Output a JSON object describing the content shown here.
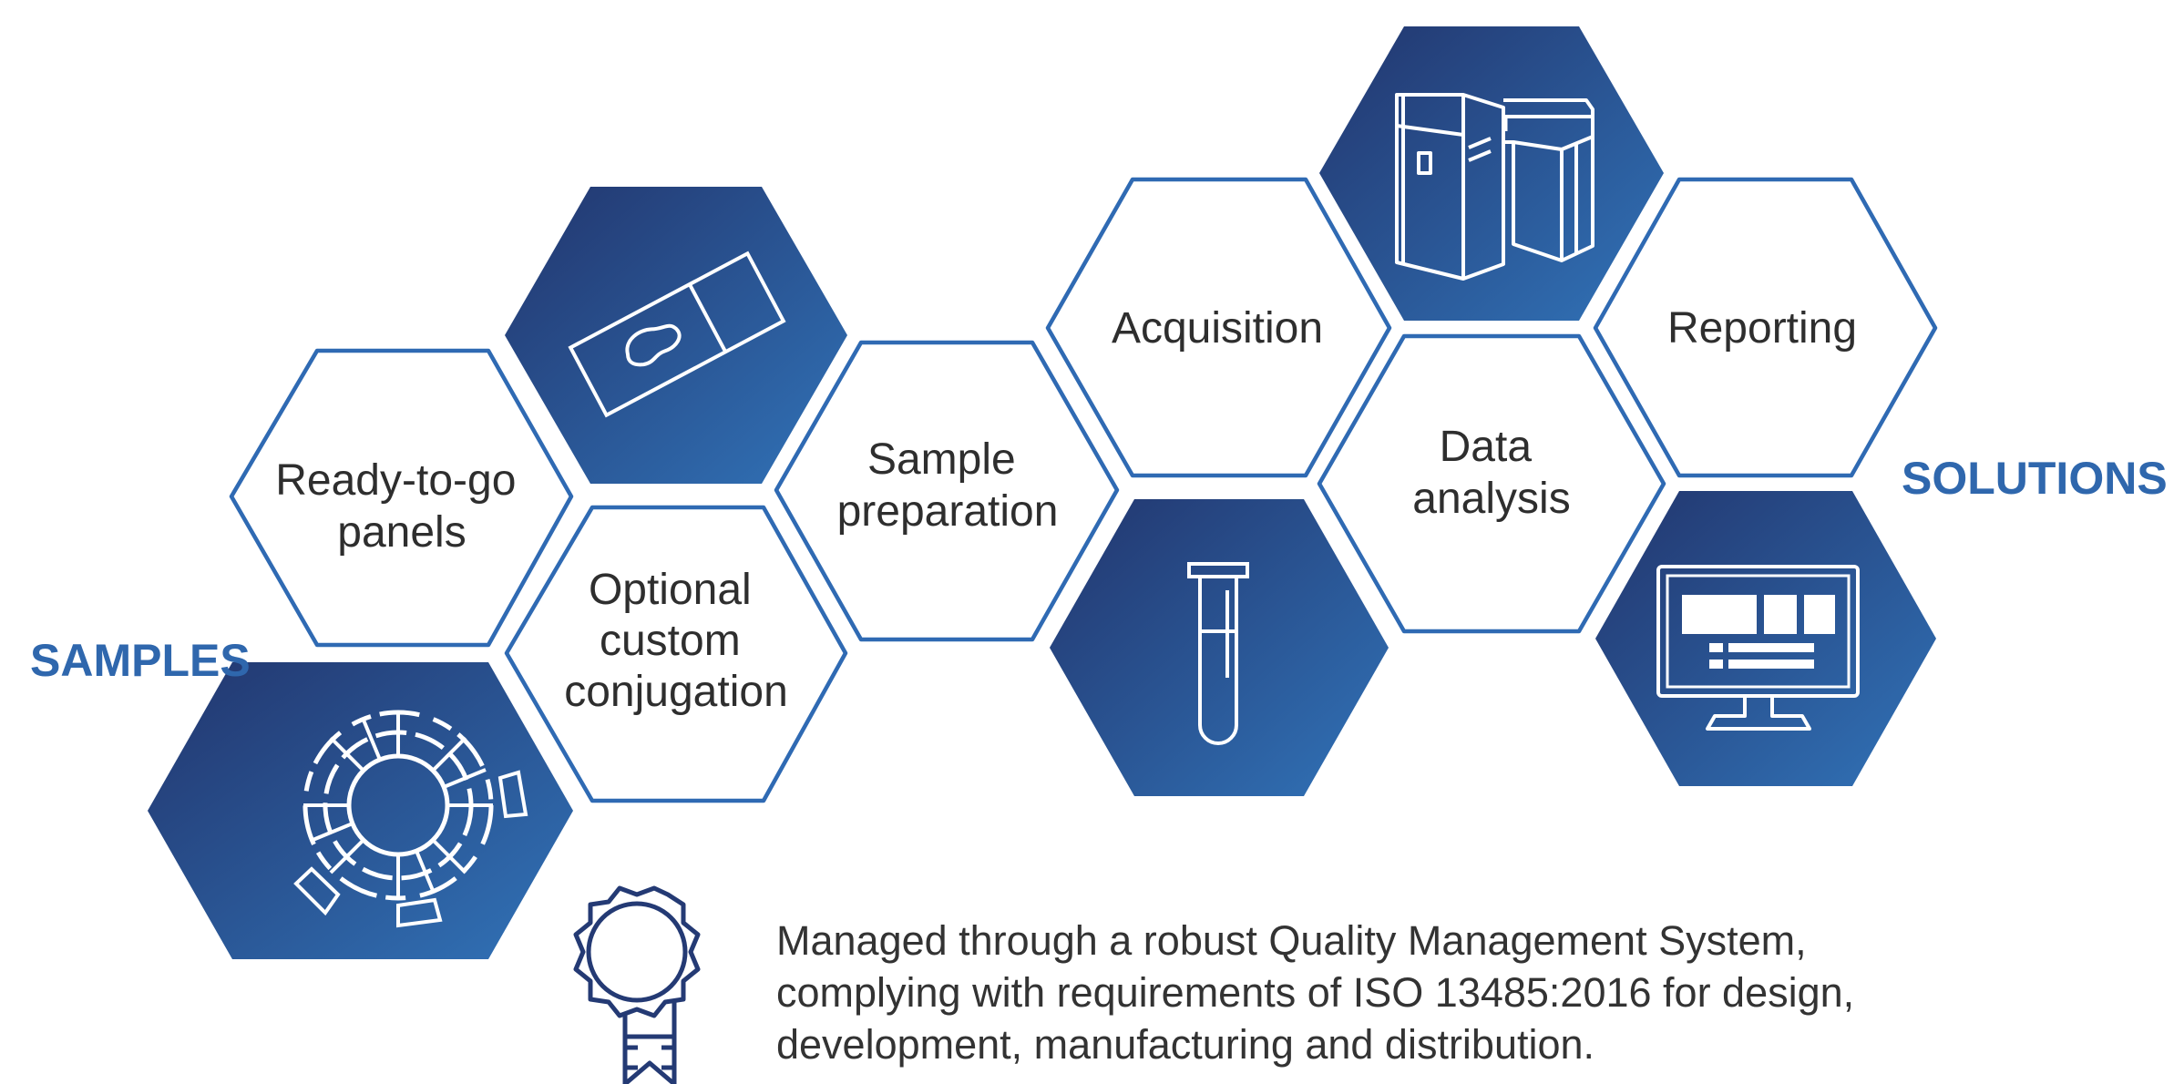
{
  "labels": {
    "samples": "SAMPLES",
    "solutions": "SOLUTIONS"
  },
  "steps": [
    {
      "id": "ready",
      "lines": [
        "Ready-to-go",
        "panels"
      ]
    },
    {
      "id": "optional",
      "lines": [
        "Optional",
        "custom",
        "conjugation"
      ]
    },
    {
      "id": "sample",
      "lines": [
        "Sample",
        "preparation"
      ]
    },
    {
      "id": "acquisition",
      "lines": [
        "Acquisition"
      ]
    },
    {
      "id": "data",
      "lines": [
        "Data",
        "analysis"
      ]
    },
    {
      "id": "reporting",
      "lines": [
        "Reporting"
      ]
    }
  ],
  "quality": {
    "lines": [
      "Managed through a robust Quality Management System,",
      "complying with requirements of ISO 13485:2016 for design,",
      "development, manufacturing and distribution."
    ]
  },
  "colors": {
    "brand_blue": "#2f67ad",
    "dark_blue": "#243a74",
    "outline": "#2f6ab3",
    "text": "#2e2e2e"
  },
  "icons": [
    "sunburst-chart-icon",
    "microscope-slide-icon",
    "test-tube-icon",
    "flow-cytometer-icon",
    "monitor-report-icon",
    "certificate-ribbon-icon"
  ]
}
